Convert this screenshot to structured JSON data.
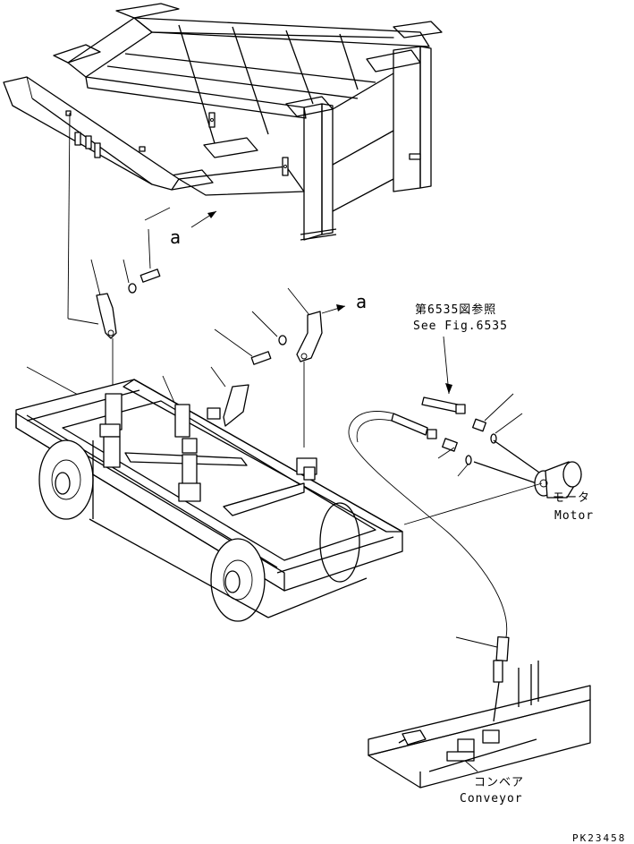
{
  "labels": {
    "detail_a_top": "a",
    "detail_a_right": "a",
    "ref_fig_jp": "第6535図参照",
    "ref_fig_en": "See Fig.6535",
    "motor_jp": "モータ",
    "motor_en": "Motor",
    "conveyor_jp": "コンベア",
    "conveyor_en": "Conveyor",
    "drawing_no": "PK23458"
  }
}
